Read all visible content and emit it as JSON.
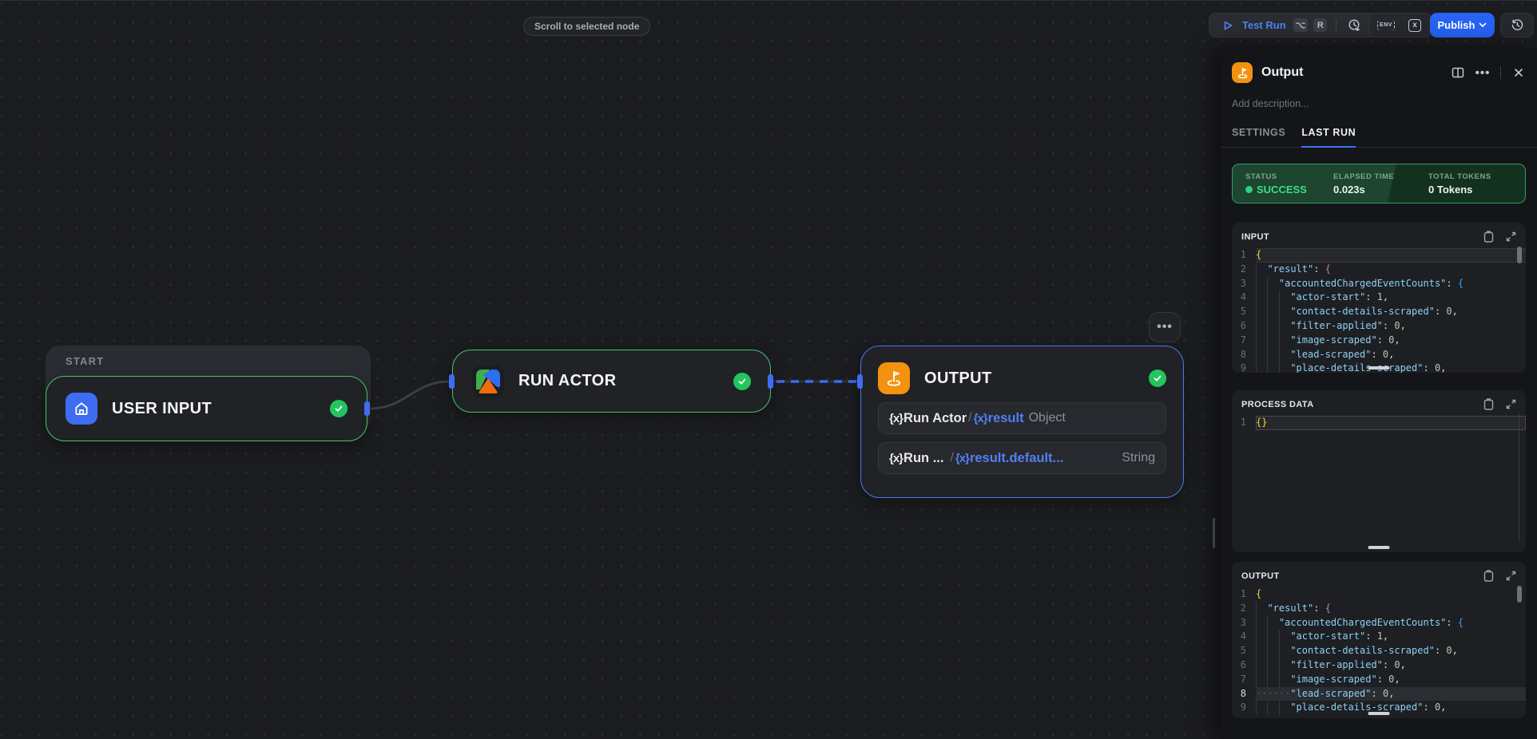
{
  "window": {
    "tooltip": "Scroll to selected node"
  },
  "toolbar": {
    "test_run_label": "Test Run",
    "key_option": "⌥",
    "key_r": "R",
    "env_label": "ENV",
    "x_label": "x",
    "publish_label": "Publish"
  },
  "canvas": {
    "group_label": "START",
    "user_input": {
      "title": "USER INPUT"
    },
    "run_actor": {
      "title": "RUN ACTOR"
    },
    "output_node": {
      "title": "OUTPUT",
      "var_glyph": "{x}",
      "slash": "/",
      "rows": [
        {
          "source": "Run Actor",
          "path": "result",
          "type": "Object"
        },
        {
          "source": "Run ...",
          "path": "result.default...",
          "type": "String"
        }
      ]
    }
  },
  "panel": {
    "title": "Output",
    "description_placeholder": "Add description...",
    "tabs": {
      "settings": "SETTINGS",
      "last_run": "LAST RUN"
    },
    "status": {
      "status_label": "STATUS",
      "status_value": "SUCCESS",
      "elapsed_label": "ELAPSED TIME",
      "elapsed_value": "0.023s",
      "tokens_label": "TOTAL TOKENS",
      "tokens_value": "0 Tokens"
    },
    "blocks": [
      {
        "label": "INPUT",
        "lines": [
          {
            "n": 1,
            "cur": true,
            "segs": [
              [
                "{",
                "b1"
              ]
            ]
          },
          {
            "n": 2,
            "ind": 1,
            "segs": [
              [
                "\"result\"",
                "key"
              ],
              [
                ": ",
                "pun"
              ],
              [
                "{",
                "b2"
              ]
            ]
          },
          {
            "n": 3,
            "ind": 2,
            "segs": [
              [
                "\"accountedChargedEventCounts\"",
                "key"
              ],
              [
                ": ",
                "pun"
              ],
              [
                "{",
                "b3"
              ]
            ]
          },
          {
            "n": 4,
            "ind": 3,
            "segs": [
              [
                "\"actor-start\"",
                "key"
              ],
              [
                ": ",
                "pun"
              ],
              [
                "1",
                "num"
              ],
              [
                ",",
                "pun"
              ]
            ]
          },
          {
            "n": 5,
            "ind": 3,
            "segs": [
              [
                "\"contact-details-scraped\"",
                "key"
              ],
              [
                ": ",
                "pun"
              ],
              [
                "0",
                "num"
              ],
              [
                ",",
                "pun"
              ]
            ]
          },
          {
            "n": 6,
            "ind": 3,
            "segs": [
              [
                "\"filter-applied\"",
                "key"
              ],
              [
                ": ",
                "pun"
              ],
              [
                "0",
                "num"
              ],
              [
                ",",
                "pun"
              ]
            ]
          },
          {
            "n": 7,
            "ind": 3,
            "segs": [
              [
                "\"image-scraped\"",
                "key"
              ],
              [
                ": ",
                "pun"
              ],
              [
                "0",
                "num"
              ],
              [
                ",",
                "pun"
              ]
            ]
          },
          {
            "n": 8,
            "ind": 3,
            "segs": [
              [
                "\"lead-scraped\"",
                "key"
              ],
              [
                ": ",
                "pun"
              ],
              [
                "0",
                "num"
              ],
              [
                ",",
                "pun"
              ]
            ]
          },
          {
            "n": 9,
            "ind": 3,
            "segs": [
              [
                "\"place-details-scraped\"",
                "key"
              ],
              [
                ": ",
                "pun"
              ],
              [
                "0",
                "num"
              ],
              [
                ",",
                "pun"
              ]
            ]
          }
        ]
      },
      {
        "label": "PROCESS DATA",
        "lines": [
          {
            "n": 1,
            "box": true,
            "segs": [
              [
                "{}",
                "b1"
              ]
            ]
          }
        ]
      },
      {
        "label": "OUTPUT",
        "lines": [
          {
            "n": 1,
            "segs": [
              [
                "{",
                "b1"
              ]
            ]
          },
          {
            "n": 2,
            "ind": 1,
            "segs": [
              [
                "\"result\"",
                "key"
              ],
              [
                ": ",
                "pun"
              ],
              [
                "{",
                "b2"
              ]
            ]
          },
          {
            "n": 3,
            "ind": 2,
            "segs": [
              [
                "\"accountedChargedEventCounts\"",
                "key"
              ],
              [
                ": ",
                "pun"
              ],
              [
                "{",
                "b3"
              ]
            ]
          },
          {
            "n": 4,
            "ind": 3,
            "segs": [
              [
                "\"actor-start\"",
                "key"
              ],
              [
                ": ",
                "pun"
              ],
              [
                "1",
                "num"
              ],
              [
                ",",
                "pun"
              ]
            ]
          },
          {
            "n": 5,
            "ind": 3,
            "segs": [
              [
                "\"contact-details-scraped\"",
                "key"
              ],
              [
                ": ",
                "pun"
              ],
              [
                "0",
                "num"
              ],
              [
                ",",
                "pun"
              ]
            ]
          },
          {
            "n": 6,
            "ind": 3,
            "segs": [
              [
                "\"filter-applied\"",
                "key"
              ],
              [
                ": ",
                "pun"
              ],
              [
                "0",
                "num"
              ],
              [
                ",",
                "pun"
              ]
            ]
          },
          {
            "n": 7,
            "ind": 3,
            "segs": [
              [
                "\"image-scraped\"",
                "key"
              ],
              [
                ": ",
                "pun"
              ],
              [
                "0",
                "num"
              ],
              [
                ",",
                "pun"
              ]
            ]
          },
          {
            "n": 8,
            "sel": true,
            "ws": "······",
            "segs": [
              [
                "\"lead-scraped\"",
                "key"
              ],
              [
                ": ",
                "pun"
              ],
              [
                "0",
                "num"
              ],
              [
                ",",
                "pun"
              ]
            ]
          },
          {
            "n": 9,
            "ind": 3,
            "segs": [
              [
                "\"place-details-scraped\"",
                "key"
              ],
              [
                ": ",
                "pun"
              ],
              [
                "0",
                "num"
              ],
              [
                ",",
                "pun"
              ]
            ]
          }
        ]
      }
    ]
  },
  "colors": {
    "accent_blue": "#2762f3",
    "link_blue": "#4d82f5",
    "success_green": "#22c55e",
    "node_green_border": "#46c46e",
    "node_selected_border": "#4c79f3",
    "output_icon_orange": "#f2920f"
  }
}
